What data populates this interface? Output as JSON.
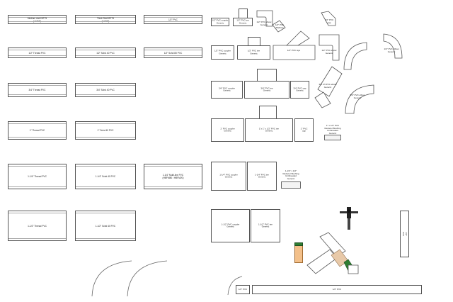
{
  "pipes": {
    "row0": [
      "Medium shell BF75\n(1x3x6)",
      "Thick Shell BF75\n(1x3x6)",
      "1/2\" PVC"
    ],
    "row1": [
      "1/2\" Thread PVC",
      "1/2\" Schd 40 PVC",
      "1/2\" Schd 80 PVC"
    ],
    "row2": [
      "3/4\" Thread PVC",
      "3/4\" Schd 40 PVC"
    ],
    "row3": [
      "1\" Thread PVC",
      "1\" Schd 40 PVC"
    ],
    "row4": [
      "1-1/4\" Thread PVC",
      "1-1/4\" Schd 40 PVC",
      "1-1/4\" Multi-line PVC\n(HBFM80 / HBFM20)"
    ],
    "row5": [
      "1-1/2\" Thread PVC",
      "1-1/2\" Schd 40 PVC"
    ]
  },
  "fittings": {
    "half_coupler": "1/2\" PVC coupler\nGeneric",
    "half_tee_top": "1/2\" PVC tee\nGeneric",
    "half_elbow_top": "1/2\" PVC elbow\nGeneric",
    "half_elbow45": "1/2\" PVC\n45elbow",
    "half_cap_top": "1/2\" PVC\ncap",
    "half_coupler_r1": "1/2\" PVC coupler\nGeneric",
    "half_tee_r1": "1/2\" PVC tee\nGeneric",
    "half_wye": "1/2\" PVC wye",
    "half_elbow_r1": "1/2\" PVC elbow\nGeneric",
    "half_elbow_arc": "1/2\" PVC elbow\nGeneric",
    "threequarter_coupler": "3/4\" PVC coupler\nGeneric",
    "threequarter_tee": "3/4\" PVC tee\nGeneric",
    "threequarter_cap": "3/4\" PVC cap\nGeneric",
    "threequarter_wye": "3/4\" 45 PVC elbow\nGeneric",
    "threequarter_elbow": "3/4\" PVC elbow\nGeneric",
    "one_coupler": "1\" PVC coupler\nGeneric",
    "one_tee": "1\"x 1\" x 1/2\" PVC tee\nGeneric",
    "one_cap": "1\" PVC\ncap",
    "one_reducer": "1\" x 1/2\" PVC\nReducer Bushing\nUnthreaded\nGeneric",
    "oneq_coupler": "1-1/4\" PVC coupler\nGeneric",
    "oneq_tee": "1-1/4\" PVC tee\nGeneric",
    "oneq_reducer": "1-1/4\" x 1/2\"\nReducer Bushing\nUnthreaded\nGeneric",
    "oneh_coupler": "1-1/2\" PVC coupler\nGeneric",
    "oneh_tee": "1-1/2\" PVC tee\nGeneric",
    "vertical_pipe": "1/2\" PVC",
    "bottom_small": "1/2\" PVC",
    "bottom_long": "1/2\" PVC"
  },
  "colors": {
    "line": "#555555",
    "accent_green": "#2e7d32",
    "accent_tan": "#e8c9a8",
    "accent_orange": "#f3c08a"
  }
}
